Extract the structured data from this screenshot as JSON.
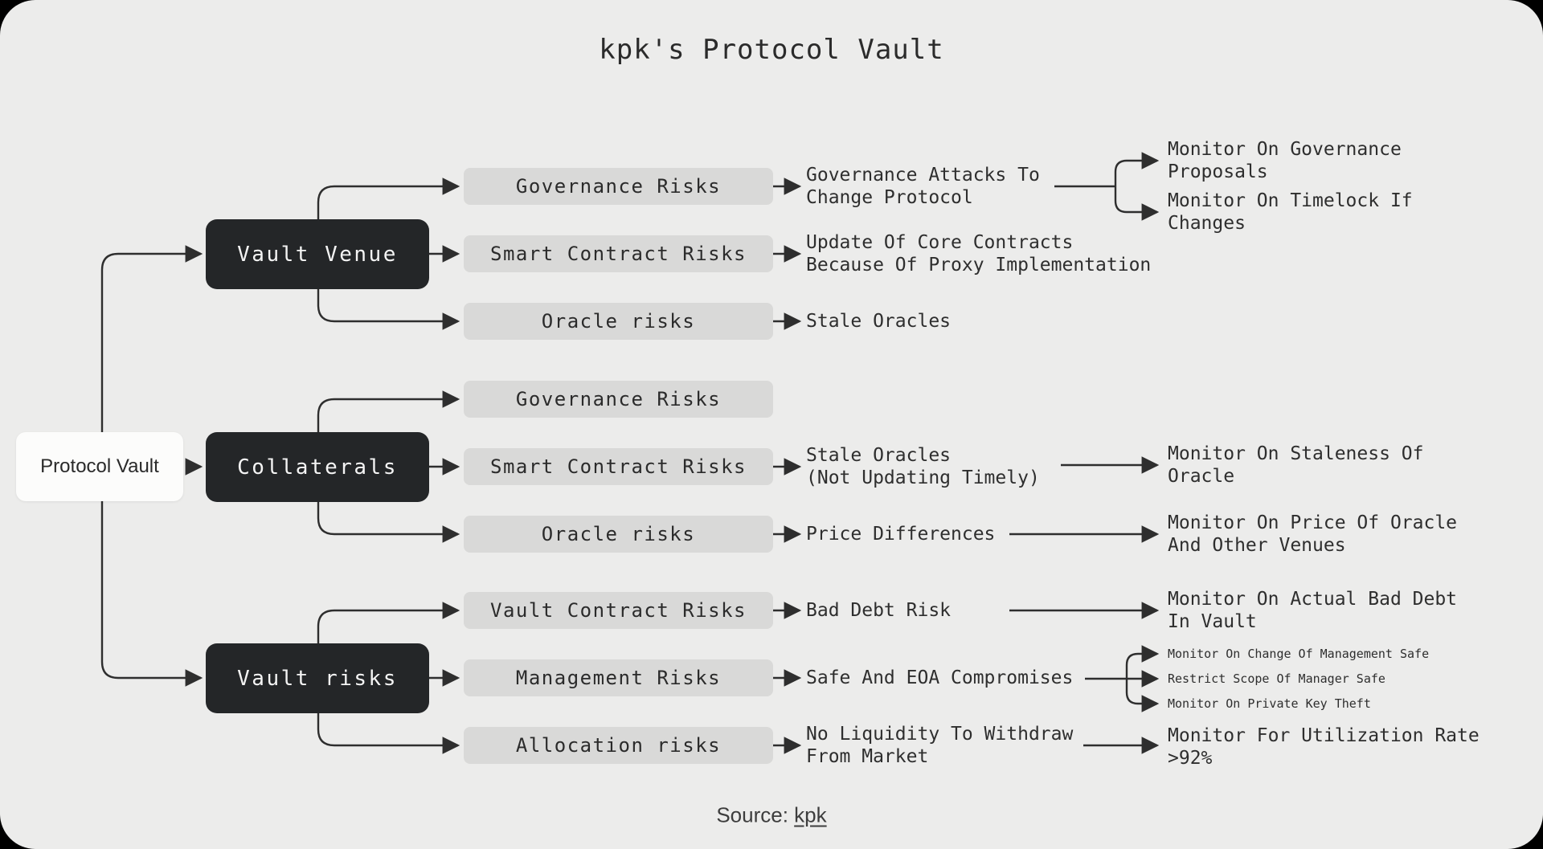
{
  "title": "kpk's Protocol Vault",
  "root": {
    "label": "Protocol Vault"
  },
  "sections": [
    {
      "label": "Vault Venue",
      "children": [
        {
          "label": "Governance Risks",
          "risk": "Governance Attacks To\nChange Protocol",
          "mitigations": [
            "Monitor On Governance\nProposals",
            "Monitor On Timelock If\nChanges"
          ]
        },
        {
          "label": "Smart Contract Risks",
          "risk": "Update Of Core Contracts\nBecause Of Proxy Implementation",
          "mitigations": []
        },
        {
          "label": "Oracle risks",
          "risk": "Stale Oracles",
          "mitigations": []
        }
      ]
    },
    {
      "label": "Collaterals",
      "children": [
        {
          "label": "Governance Risks",
          "risk": "",
          "mitigations": []
        },
        {
          "label": "Smart Contract Risks",
          "risk": "Stale Oracles\n(Not Updating Timely)",
          "mitigations": [
            "Monitor On Staleness Of\nOracle"
          ]
        },
        {
          "label": "Oracle risks",
          "risk": "Price Differences",
          "mitigations": [
            "Monitor On Price Of Oracle\nAnd Other Venues"
          ]
        }
      ]
    },
    {
      "label": "Vault risks",
      "children": [
        {
          "label": "Vault Contract Risks",
          "risk": "Bad Debt Risk",
          "mitigations": [
            "Monitor On Actual Bad Debt\nIn Vault"
          ]
        },
        {
          "label": "Management Risks",
          "risk": "Safe And EOA Compromises",
          "mitigations": [
            "Monitor On Change Of Management Safe",
            "Restrict Scope Of Manager Safe",
            "Monitor On Private Key Theft"
          ]
        },
        {
          "label": "Allocation risks",
          "risk": "No Liquidity To Withdraw\nFrom Market",
          "mitigations": [
            "Monitor For Utilization Rate\n>92%"
          ]
        }
      ]
    }
  ],
  "source": {
    "prefix": "Source: ",
    "link": "kpk"
  },
  "colors": {
    "frame": "#000000",
    "panel_bg": "#ececeb",
    "dark_node_bg": "#242628",
    "dark_node_text": "#f4f4f4",
    "gray_node_bg": "#d9d9d8",
    "line": "#2e2e2e",
    "text": "#2e2e2e",
    "root_node_bg": "#fcfcfb"
  }
}
